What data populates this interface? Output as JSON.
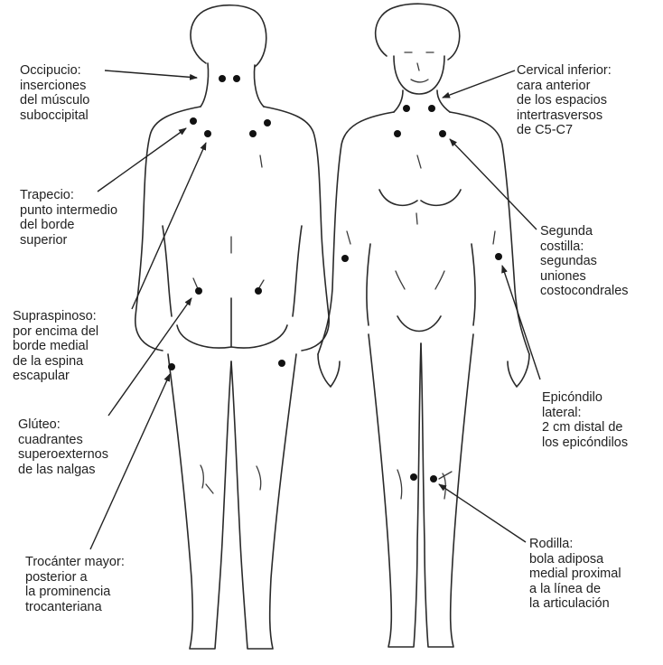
{
  "labels": {
    "occipucio": "Occipucio:\ninserciones\ndel músculo\nsuboccipital",
    "trapecio": "Trapecio:\npunto intermedio\ndel borde\nsuperior",
    "supraspinoso": "Supraspinoso:\npor encima del\nborde medial\nde la espina\nescapular",
    "gluteo": "Glúteo:\ncuadrantes\nsuperoexternos\nde las nalgas",
    "trocanter": "Trocánter mayor:\nposterior a\nla prominencia\ntrocanteriana",
    "cervical": "Cervical inferior:\ncara anterior\nde los espacios\nintertrasversos\nde C5-C7",
    "segunda_costilla": "Segunda\ncostilla:\nsegundas\nuniones\ncostocondrales",
    "epicondilo": "Epicóndilo\nlateral:\n2 cm distal de\nlos epicóndilos",
    "rodilla": "Rodilla:\nbola adiposa\nmedial proximal\na la línea de\nla articulación"
  },
  "colors": {
    "ink": "#222222",
    "background": "#ffffff"
  }
}
